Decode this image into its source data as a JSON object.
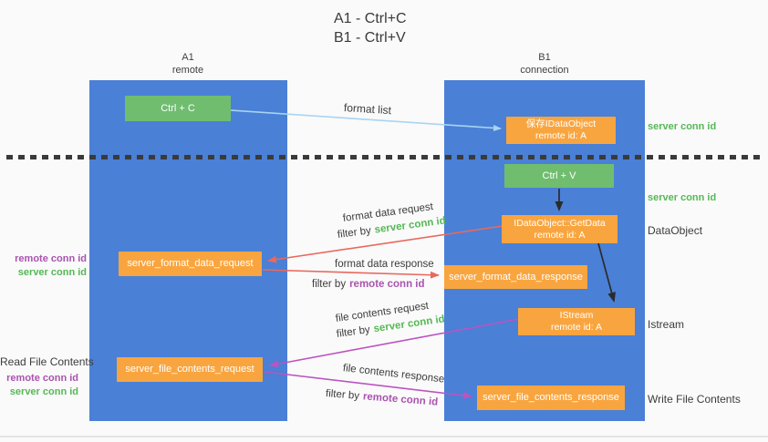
{
  "title": {
    "line1": "A1 - Ctrl+C",
    "line2": "B1 - Ctrl+V"
  },
  "columns": {
    "left": {
      "name": "A1",
      "role": "remote"
    },
    "right": {
      "name": "B1",
      "role": "connection"
    }
  },
  "nodes": {
    "ctrl_c": "Ctrl + C",
    "ctrl_v": "Ctrl + V",
    "save_dataobject": {
      "line1": "保存IDataObject",
      "line2": "remote id: A"
    },
    "getdata": {
      "line1": "IDataObject::GetData",
      "line2": "remote id: A"
    },
    "istream": {
      "line1": "IStream",
      "line2": "remote id: A"
    },
    "format_request": "server_format_data_request",
    "format_response": "server_format_data_response",
    "file_request": "server_file_contents_request",
    "file_response": "server_file_contents_response"
  },
  "arrow_labels": {
    "format_list": "format list",
    "format_data_request": "format data request",
    "format_data_response": "format data response",
    "file_contents_request": "file contents request",
    "file_contents_response": "file contents response",
    "filter_by": "filter by",
    "server_conn_id": "server conn id",
    "remote_conn_id": "remote conn id"
  },
  "annotations": {
    "server_conn_id": "server conn id",
    "remote_conn_id": "remote conn id",
    "dataobject": "DataObject",
    "istream": "Istream",
    "read_file_contents": "Read File Contents",
    "write_file_contents": "Write File Contents"
  },
  "colors": {
    "column_blue": "#4a80d6",
    "node_green": "#70bd6f",
    "node_orange": "#f9a53f",
    "arrow_light_blue": "#a8d4f2",
    "arrow_red": "#e8695e",
    "arrow_magenta": "#bb54c0",
    "arrow_black": "#2b2b2b",
    "conn_id_green": "#55b855",
    "conn_id_purple": "#a953af"
  }
}
